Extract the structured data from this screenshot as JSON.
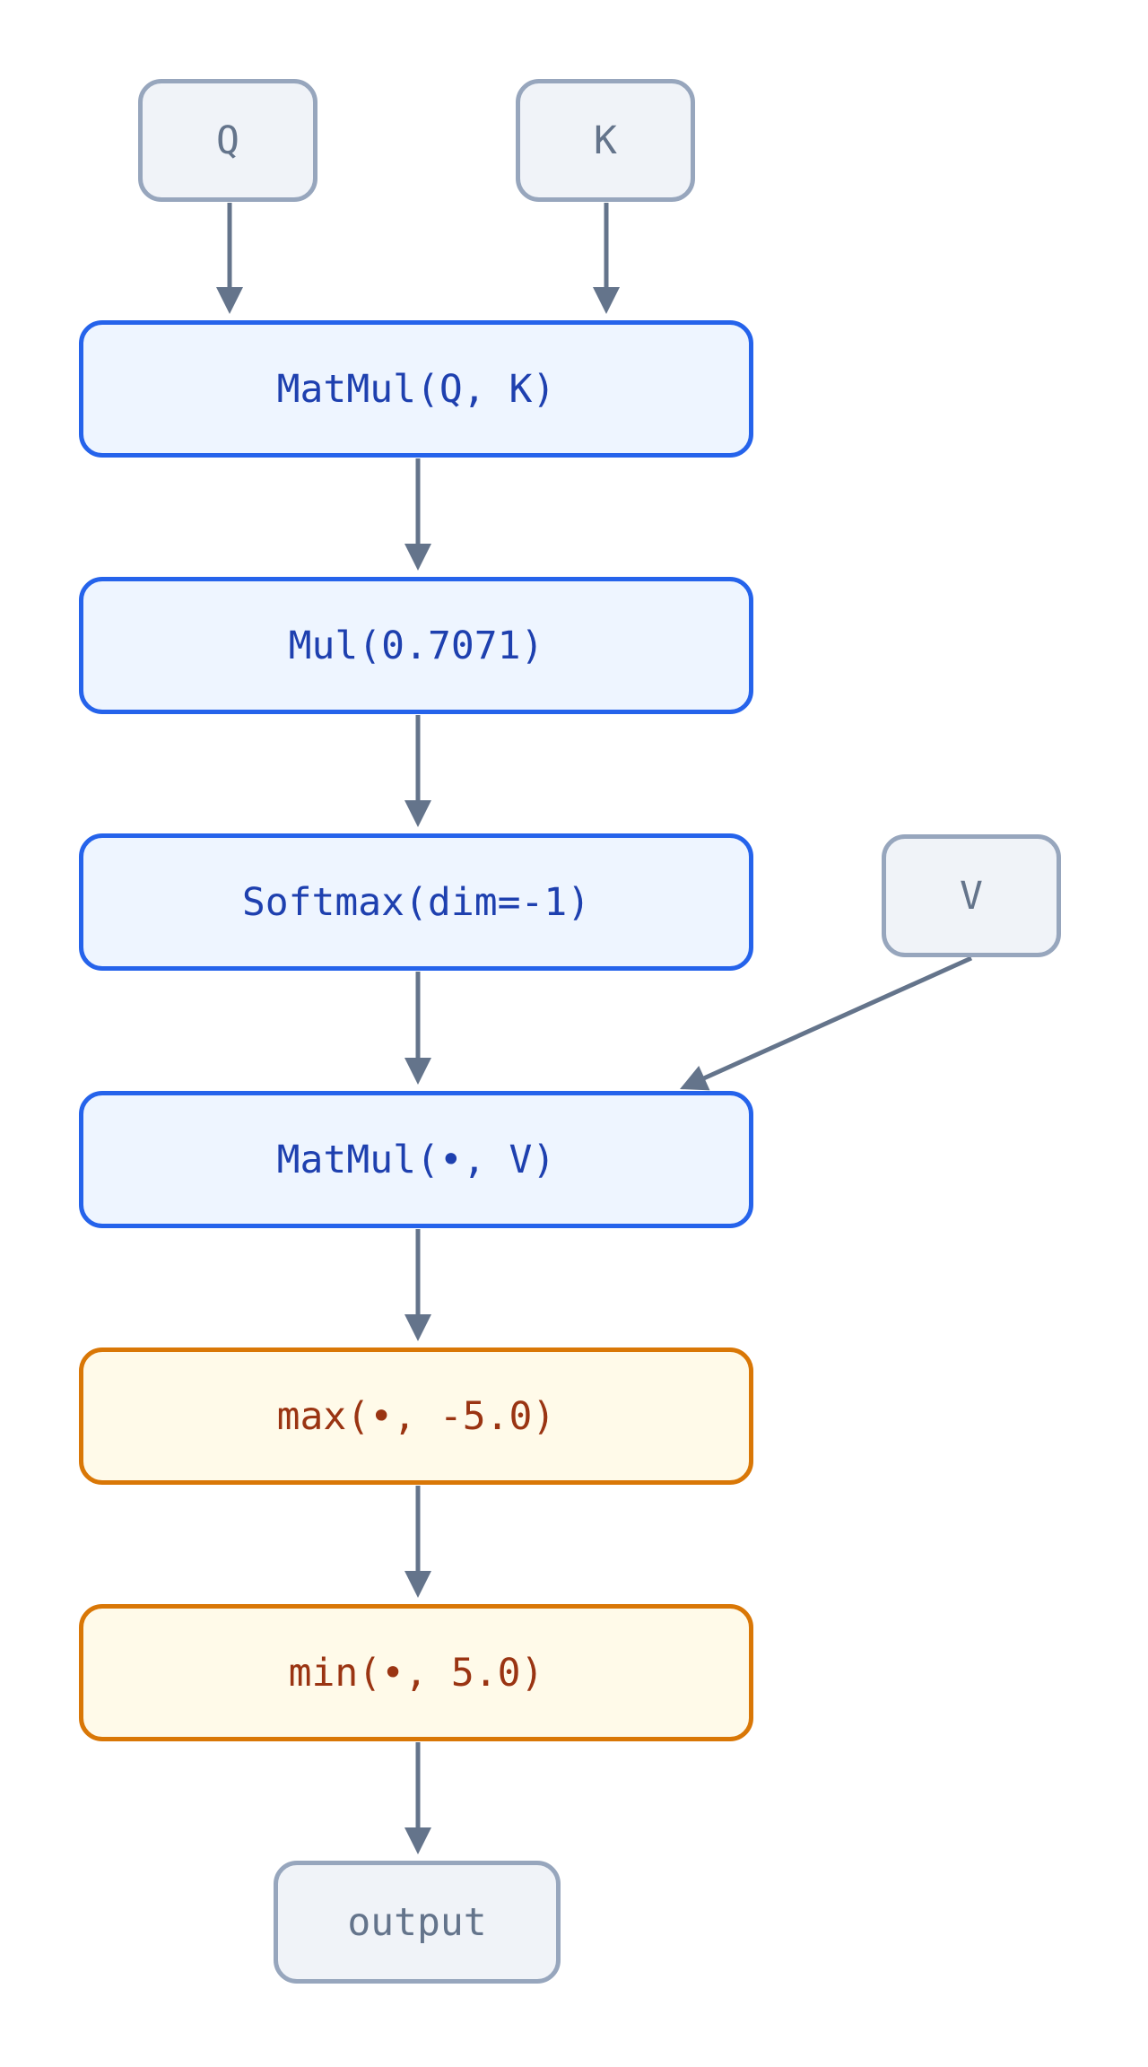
{
  "colors": {
    "background": "#ffffff",
    "edge": "#64748b",
    "io_fill": "#f0f3f8",
    "io_border": "#97a6bd",
    "io_text": "#64748b",
    "op_fill": "#eef5ff",
    "op_border": "#2563eb",
    "op_text": "#1e40af",
    "clamp_fill": "#fffae9",
    "clamp_border": "#d97706",
    "clamp_text": "#9a3412"
  },
  "nodes": {
    "q": {
      "label": "Q",
      "kind": "input"
    },
    "k": {
      "label": "K",
      "kind": "input"
    },
    "v": {
      "label": "V",
      "kind": "input"
    },
    "matmul_qk": {
      "label": "MatMul(Q, K)",
      "kind": "operation"
    },
    "mul_scale": {
      "label": "Mul(0.7071)",
      "kind": "operation"
    },
    "softmax": {
      "label": "Softmax(dim=-1)",
      "kind": "operation"
    },
    "matmul_v": {
      "label": "MatMul(•, V)",
      "kind": "operation"
    },
    "clamp_max": {
      "label": "max(•, -5.0)",
      "kind": "clamp"
    },
    "clamp_min": {
      "label": "min(•, 5.0)",
      "kind": "clamp"
    },
    "output": {
      "label": "output",
      "kind": "output"
    }
  },
  "edges": [
    {
      "from": "q",
      "to": "matmul_qk"
    },
    {
      "from": "k",
      "to": "matmul_qk"
    },
    {
      "from": "matmul_qk",
      "to": "mul_scale"
    },
    {
      "from": "mul_scale",
      "to": "softmax"
    },
    {
      "from": "softmax",
      "to": "matmul_v"
    },
    {
      "from": "v",
      "to": "matmul_v"
    },
    {
      "from": "matmul_v",
      "to": "clamp_max"
    },
    {
      "from": "clamp_max",
      "to": "clamp_min"
    },
    {
      "from": "clamp_min",
      "to": "output"
    }
  ]
}
